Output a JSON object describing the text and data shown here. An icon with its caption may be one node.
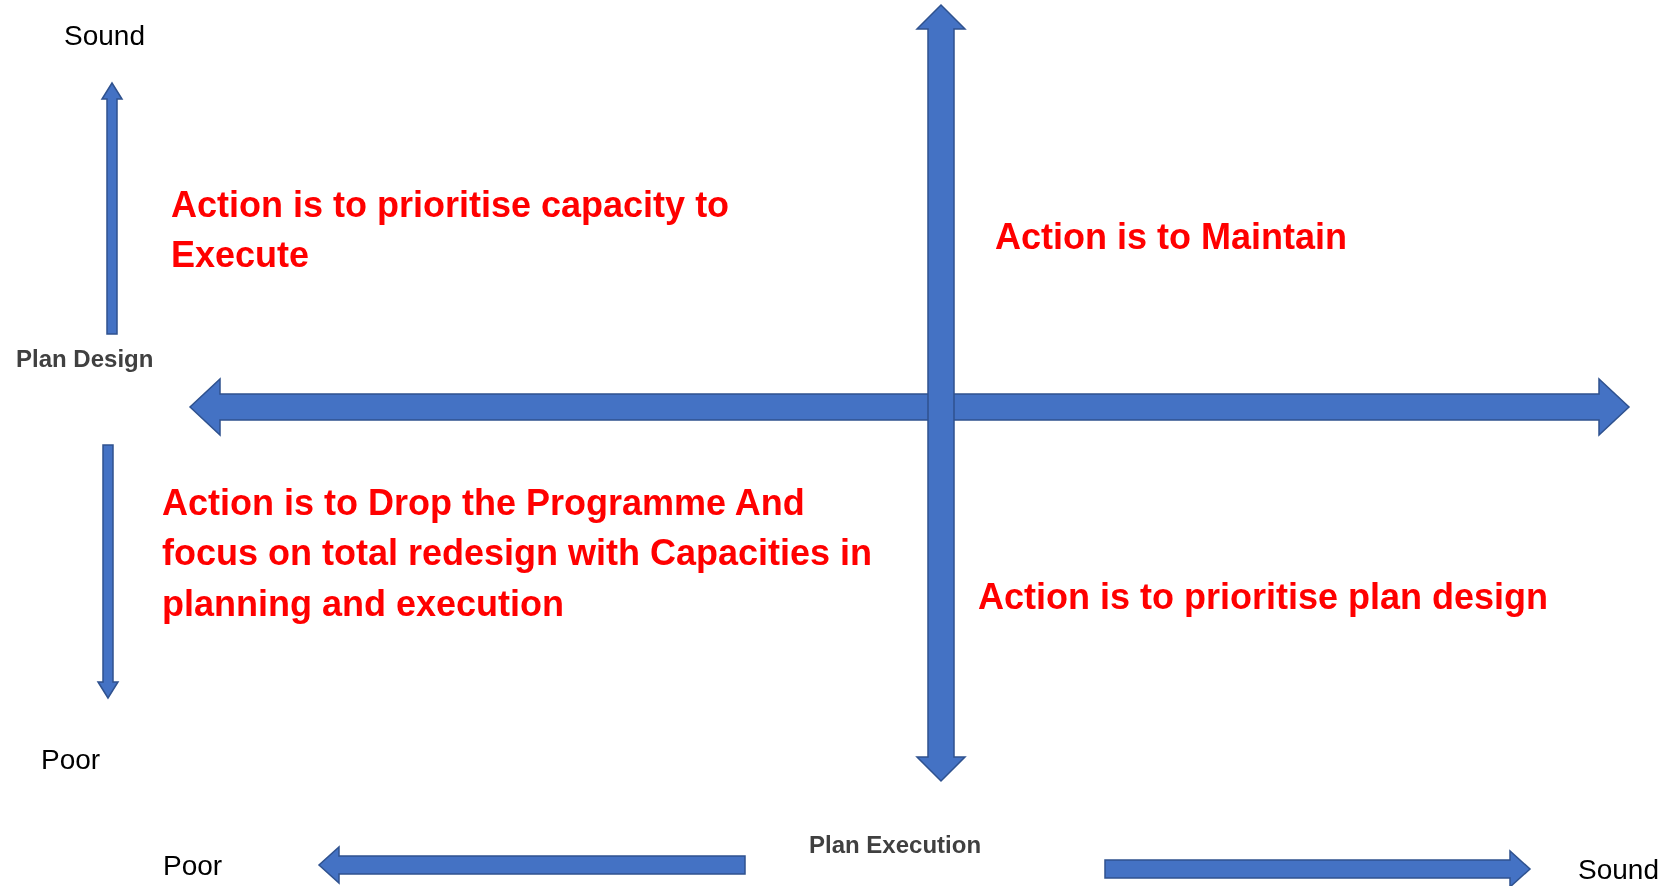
{
  "diagram": {
    "labels": [
      "Sound",
      "Action is to prioritise capacity to Execute",
      "Action is to Maintain",
      "Plan Design",
      "Action is to Drop the Programme And focus on total redesign with Capacities in planning and execution",
      "Action is to prioritise plan design",
      "Poor",
      "Poor",
      "Plan Execution",
      "Sound"
    ]
  }
}
